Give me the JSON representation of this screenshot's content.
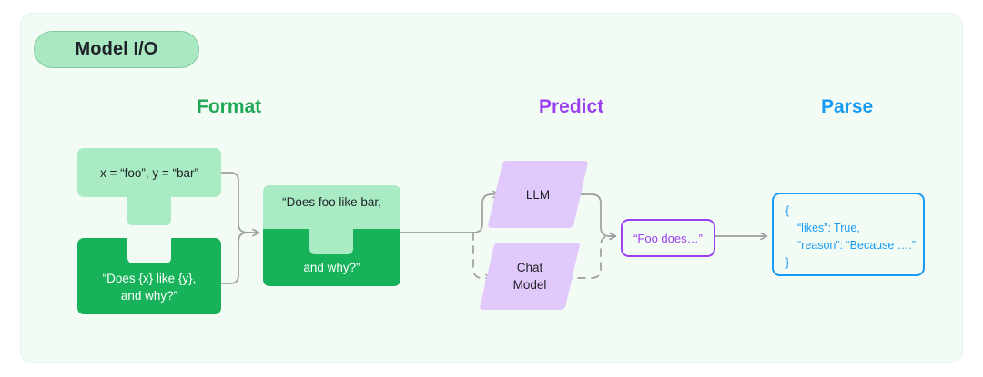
{
  "panel": {
    "badge_label": "Model I/O"
  },
  "sections": [
    {
      "name": "format",
      "label": "Format",
      "color": "#1fa855"
    },
    {
      "name": "predict",
      "label": "Predict",
      "color": "#9b3ff0"
    },
    {
      "name": "parse",
      "label": "Parse",
      "color": "#189bf5"
    }
  ],
  "format": {
    "variables_piece": {
      "text": "x = “foo”, y = “bar”",
      "fill": "#a9ebc2"
    },
    "template_piece": {
      "line1": "“Does {x} like {y},",
      "line2": "and why?”",
      "fill": "#17b25a"
    },
    "combined_piece": {
      "line1": "“Does foo like bar,",
      "line2": "and why?”",
      "top_fill": "#a9ebc2",
      "bottom_fill": "#17b25a"
    }
  },
  "predict": {
    "models": [
      {
        "name": "llm",
        "label": "LLM",
        "line1": "LLM",
        "line2": "",
        "fill": "#e2c9fb",
        "connector": "solid"
      },
      {
        "name": "chat",
        "label": "Chat Model",
        "line1": "Chat",
        "line2": "Model",
        "fill": "#e2c9fb",
        "connector": "dashed"
      }
    ],
    "output_box": {
      "text": "“Foo does…”",
      "border": "#9b3ff0"
    }
  },
  "parse": {
    "json_box": {
      "border": "#189bf5",
      "lines": [
        "{",
        "“likes”: True,",
        "“reason”: “Because ….”",
        "}"
      ]
    }
  }
}
